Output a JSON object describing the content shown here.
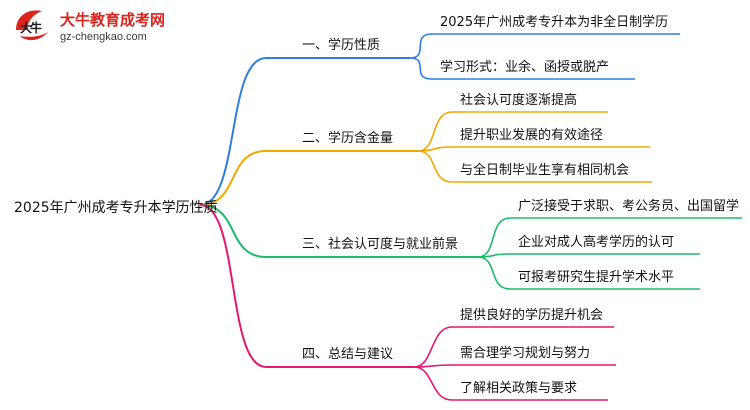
{
  "brand": {
    "name": "大牛教育成考网",
    "url": "gz-chengkao.com",
    "logo_mark": "大牛"
  },
  "root": {
    "label": "2025年广州成考专升本学历性质"
  },
  "branches": [
    {
      "label": "一、学历性质",
      "color": "#2f7de1",
      "children": [
        "2025年广州成考专升本为非全日制学历",
        "学习形式：业余、函授或脱产"
      ]
    },
    {
      "label": "二、学历含金量",
      "color": "#f0a800",
      "children": [
        "社会认可度逐渐提高",
        "提升职业发展的有效途径",
        "与全日制毕业生享有相同机会"
      ]
    },
    {
      "label": "三、社会认可度与就业前景",
      "color": "#1dbb6a",
      "children": [
        "广泛接受于求职、考公务员、出国留学",
        "企业对成人高考学历的认可",
        "可报考研究生提升学术水平"
      ]
    },
    {
      "label": "四、总结与建议",
      "color": "#e5176e",
      "children": [
        "提供良好的学历提升机会",
        "需合理学习规划与努力",
        "了解相关政策与要求"
      ]
    }
  ]
}
